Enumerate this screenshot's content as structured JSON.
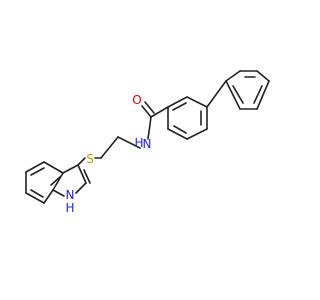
{
  "molecule": {
    "atoms": [
      {
        "id": "O",
        "label": "O",
        "color": "#e00000"
      },
      {
        "id": "N_amide",
        "label": "N",
        "color": "#2020ff"
      },
      {
        "id": "H_amide",
        "label": "H",
        "color": "#2020ff"
      },
      {
        "id": "S",
        "label": "S",
        "color": "#b8a000"
      },
      {
        "id": "N_indole",
        "label": "N",
        "color": "#2020ff"
      },
      {
        "id": "H_indole",
        "label": "H",
        "color": "#2020ff"
      }
    ],
    "bond_color": "#222222"
  }
}
